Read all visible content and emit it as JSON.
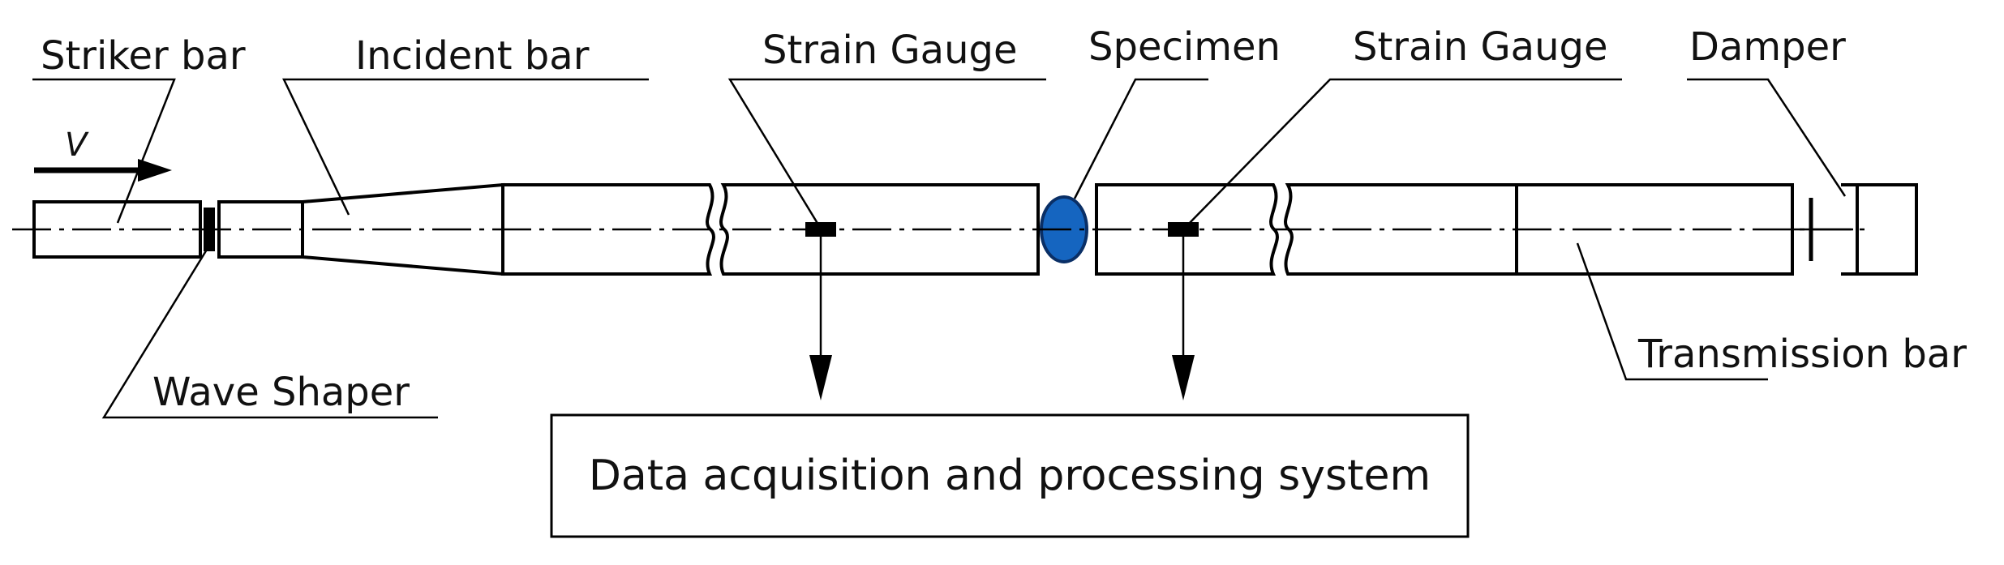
{
  "labels": {
    "striker_bar": "Striker bar",
    "incident_bar": "Incident bar",
    "strain_gauge_left": "Strain Gauge",
    "specimen": "Specimen",
    "strain_gauge_right": "Strain Gauge",
    "damper": "Damper",
    "wave_shaper": "Wave Shaper",
    "transmission_bar": "Transmission bar",
    "velocity": "V",
    "data_system": "Data acquisition and processing system"
  },
  "colors": {
    "specimen_fill": "#1565C0",
    "specimen_stroke": "#0a2f66",
    "line": "#000000"
  }
}
